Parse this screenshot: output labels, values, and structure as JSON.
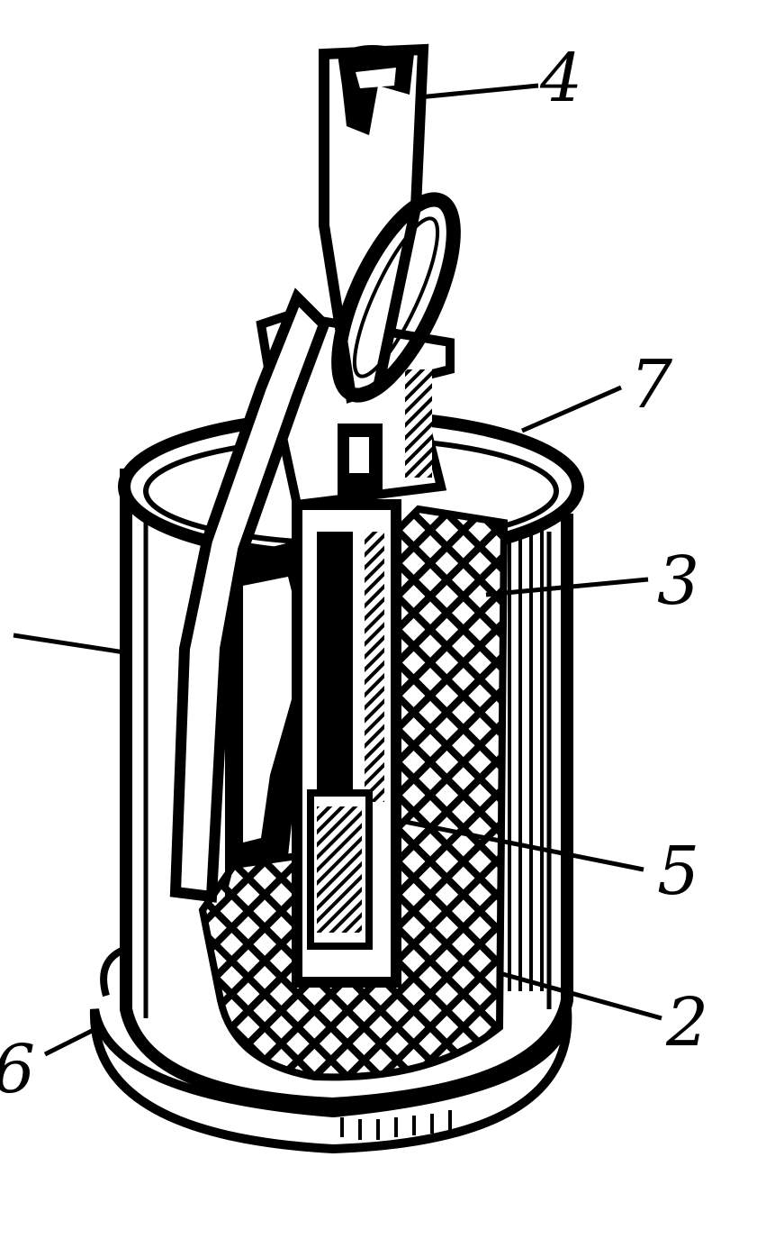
{
  "colors": {
    "ink": "#000000",
    "paper": "#ffffff"
  },
  "callouts": [
    {
      "id": "4",
      "text": "4"
    },
    {
      "id": "7",
      "text": "7"
    },
    {
      "id": "3",
      "text": "3"
    },
    {
      "id": "5",
      "text": "5"
    },
    {
      "id": "2",
      "text": "2"
    },
    {
      "id": "6",
      "text": "6"
    },
    {
      "id": "1",
      "text": ""
    }
  ]
}
